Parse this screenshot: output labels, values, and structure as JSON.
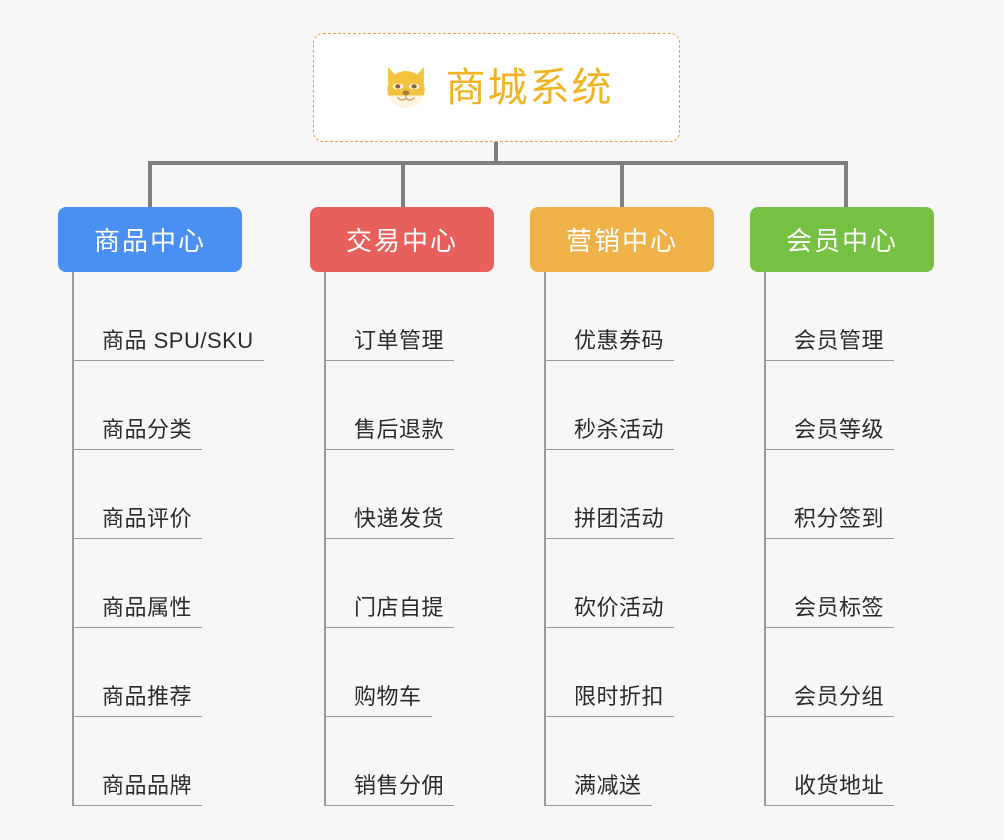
{
  "background_color": "#f7f7f7",
  "root": {
    "title": "商城系统",
    "icon": "dog-face-icon",
    "text_color": "#f0b323",
    "border_color": "#e8a33d",
    "background_color": "#ffffff"
  },
  "connector_color": "#7f7f7f",
  "branches": [
    {
      "label": "商品中心",
      "color": "#4a8ff2",
      "items": [
        "商品 SPU/SKU",
        "商品分类",
        "商品评价",
        "商品属性",
        "商品推荐",
        "商品品牌"
      ]
    },
    {
      "label": "交易中心",
      "color": "#e8605c",
      "items": [
        "订单管理",
        "售后退款",
        "快递发货",
        "门店自提",
        "购物车",
        "销售分佣"
      ]
    },
    {
      "label": "营销中心",
      "color": "#eeb248",
      "items": [
        "优惠券码",
        "秒杀活动",
        "拼团活动",
        "砍价活动",
        "限时折扣",
        "满减送"
      ]
    },
    {
      "label": "会员中心",
      "color": "#76c043",
      "items": [
        "会员管理",
        "会员等级",
        "积分签到",
        "会员标签",
        "会员分组",
        "收货地址"
      ]
    }
  ]
}
